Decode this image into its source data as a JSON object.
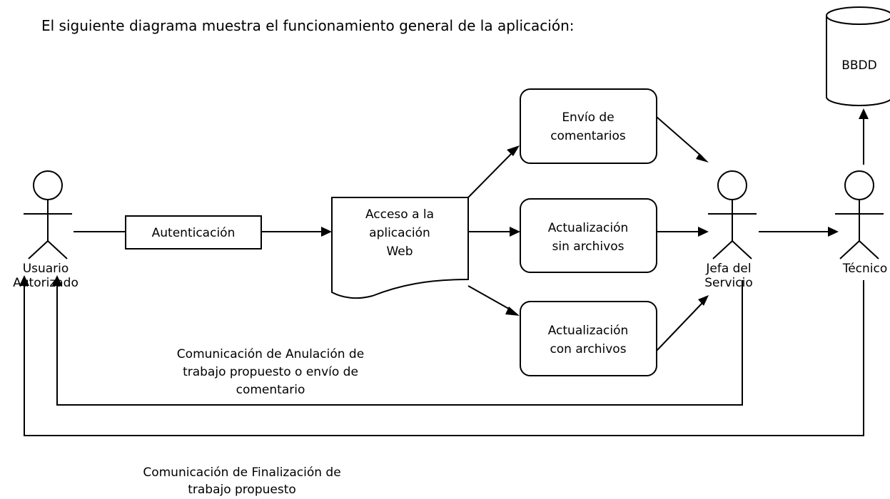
{
  "intro_text": "El siguiente diagrama muestra el funcionamiento general de la aplicación:",
  "database": {
    "label": "BBDD"
  },
  "actors": {
    "usuario": {
      "lines": [
        "Usuario",
        "Autorizado"
      ]
    },
    "jefa": {
      "lines": [
        "Jefa del",
        "Servicio"
      ]
    },
    "tecnico": {
      "lines": [
        "Técnico"
      ]
    }
  },
  "boxes": {
    "autenticacion": {
      "lines": [
        "Autenticación"
      ]
    },
    "acceso": {
      "lines": [
        "Acceso a la",
        "aplicación",
        "Web"
      ]
    },
    "envio": {
      "lines": [
        "Envío de",
        "comentarios"
      ]
    },
    "sin_archivos": {
      "lines": [
        "Actualización",
        "sin archivos"
      ]
    },
    "con_archivos": {
      "lines": [
        "Actualización",
        "con  archivos"
      ]
    }
  },
  "feedback": {
    "anulacion": {
      "lines": [
        "Comunicación de Anulación de",
        "trabajo propuesto o envío de",
        "comentario"
      ]
    },
    "finalizacion": {
      "lines": [
        "Comunicación de Finalización de",
        "trabajo propuesto"
      ]
    }
  }
}
